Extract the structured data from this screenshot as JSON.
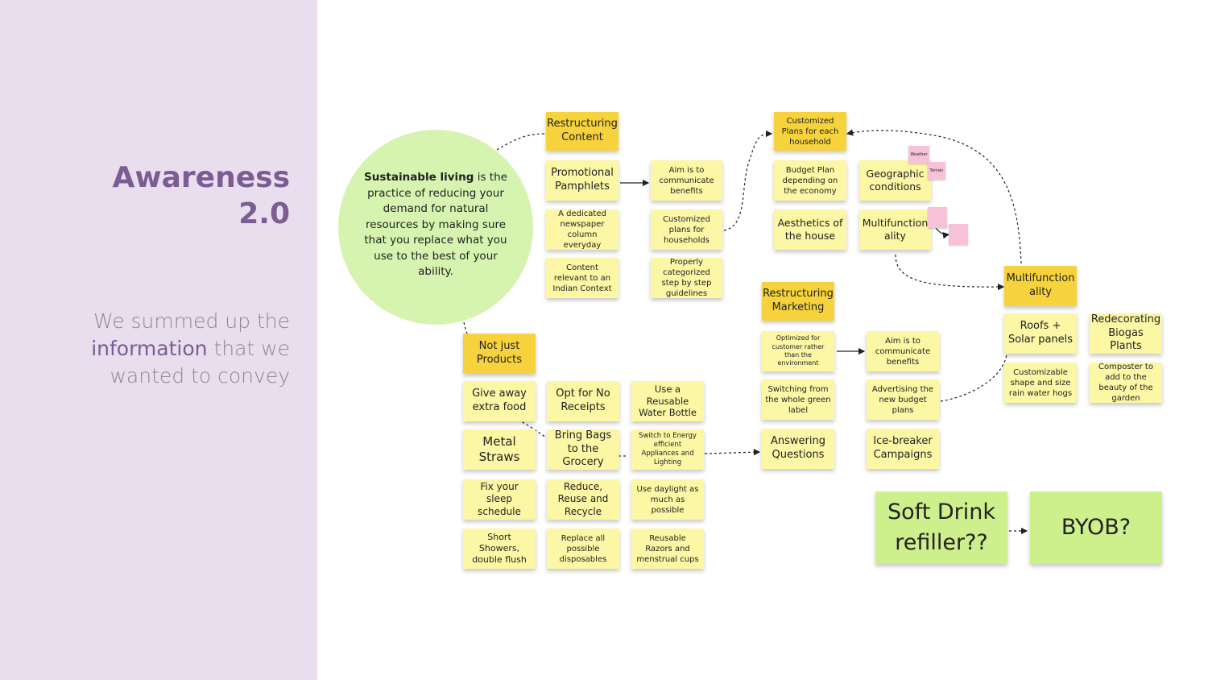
{
  "sidebar": {
    "title_line1": "Awareness",
    "title_line2": "2.0",
    "subtitle_part1": "We summed up the",
    "subtitle_bold": "information",
    "subtitle_part2": " that we",
    "subtitle_part3": "wanted to convey"
  },
  "circle": {
    "bold": "Sustainable living",
    "text": " is the practice of reducing your demand for natural resources by making sure that you replace what you use to the best of your ability."
  },
  "notes": {
    "restructuring_content": "Restructuring Content",
    "promotional_pamphlets": "Promotional Pamphlets",
    "newspaper_column": "A dedicated newspaper column everyday",
    "content_indian": "Content relevant to an Indian Context",
    "aim_communicate_1": "Aim is to communicate benefits",
    "customized_plans_households": "Customized plans for households",
    "categorized_steps": "Properly categorized step by step guidelines",
    "customized_plans_each": "Customized Plans for each household",
    "budget_plan": "Budget Plan depending on the economy",
    "aesthetics": "Aesthetics of the house",
    "geographic": "Geographic conditions",
    "multifunction_1": "Multifunction ality",
    "weather": "Weather",
    "terrain": "Terrain",
    "multifunction_2": "Multifunction ality",
    "roofs_solar": "Roofs + Solar panels",
    "redecorating": "Redecorating Biogas Plants",
    "customizable_shape": "Customizable shape and size rain water hogs",
    "composter": "Composter to add to the beauty of the garden",
    "restructuring_marketing": "Restructuring Marketing",
    "optimized_customer": "Optimized for customer rather than the environment",
    "aim_communicate_2": "Aim is to communicate benefits",
    "switching_green": "Switching from the whole green label",
    "advertising_budget": "Advertising the new budget plans",
    "answering_questions": "Answering Questions",
    "icebreaker": "Ice-breaker Campaigns",
    "not_just_products": "Not just Products",
    "give_away_food": "Give away extra food",
    "opt_no_receipts": "Opt for No Receipts",
    "reusable_bottle": "Use a Reusable Water Bottle",
    "metal_straws": "Metal Straws",
    "bring_bags": "Bring Bags to the Grocery",
    "energy_appliances": "Switch to Energy efficient Appliances and Lighting",
    "fix_sleep": "Fix your sleep schedule",
    "reduce_reuse": "Reduce, Reuse and Recycle",
    "daylight": "Use daylight as much as possible",
    "short_showers": "Short Showers, double flush",
    "replace_disposables": "Replace all possible disposables",
    "reusable_razors": "Reusable Razors and menstrual cups",
    "soft_drink": "Soft Drink refiller??",
    "byob": "BYOB?"
  }
}
